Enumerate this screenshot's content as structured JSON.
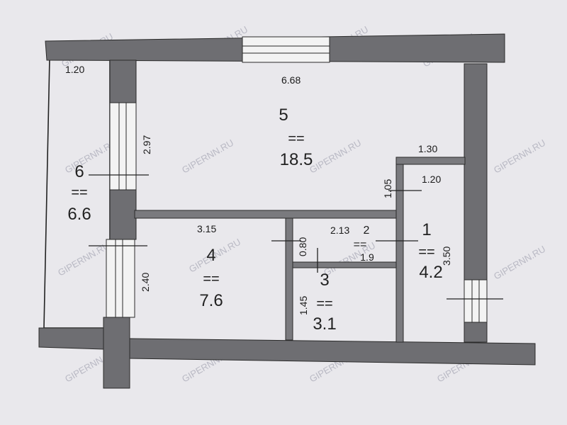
{
  "plan": {
    "wall_color": "#6e6e72",
    "watermark": "GIPERNN.RU",
    "rooms": [
      {
        "id": "5",
        "number": "5",
        "area": "18.5",
        "eq": "=="
      },
      {
        "id": "4",
        "number": "4",
        "area": "7.6",
        "eq": "=="
      },
      {
        "id": "6",
        "number": "6",
        "area": "6.6",
        "eq": "=="
      },
      {
        "id": "3",
        "number": "3",
        "area": "3.1",
        "eq": "=="
      },
      {
        "id": "2",
        "number": "2",
        "area": "1.9",
        "eq": "=="
      },
      {
        "id": "1",
        "number": "1",
        "area": "4.2",
        "eq": "=="
      }
    ],
    "dimensions": {
      "balcony_width": "1.20",
      "top_width": "6.68",
      "room5_depth": "2.97",
      "corridor_width": "1.30",
      "entry_width": "1.20",
      "entry_depth": "1.05",
      "room4_width": "3.15",
      "closet_depth": "0.80",
      "bath_width": "2.13",
      "room1_depth": "3.50",
      "room4_depth": "2.40",
      "room3_depth": "1.45"
    }
  }
}
